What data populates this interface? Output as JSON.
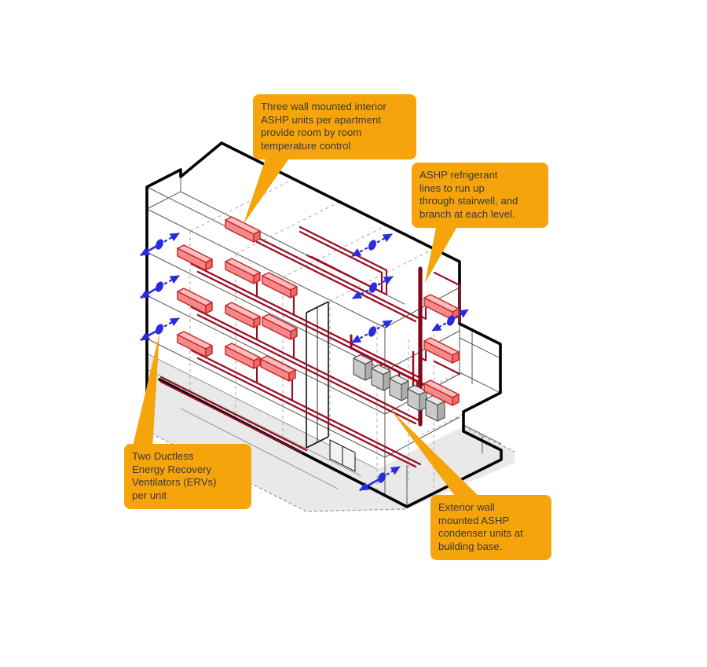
{
  "diagram": {
    "type": "axonometric-building-hvac-diagram",
    "callouts": {
      "interior_units": {
        "text": "Three wall mounted interior\nASHP units per apartment\nprovide room by room\ntemperature control"
      },
      "refrigerant_lines": {
        "text": "ASHP refrigerant\nlines to run up\nthrough stairwell, and\nbranch at each level."
      },
      "ervs": {
        "text": "Two Ductless\nEnergy Recovery\nVentilators (ERVs)\nper unit"
      },
      "condensers": {
        "text": "Exterior wall\nmounted ASHP\ncondenser units at\nbuilding base."
      }
    },
    "colors": {
      "callout_background": "#F6A40B",
      "callout_text": "#3a3a3a",
      "refrigerant_pipe": "#9A0D24",
      "refrigerant_riser": "#7E0A1C",
      "ashp_unit_fill": "#F4898B",
      "ashp_unit_top": "#F9BDBD",
      "ashp_unit_side": "#E86B6D",
      "ashp_unit_stroke": "#CC2222",
      "erv_blue": "#2B2BDE",
      "building_outline": "#000000",
      "ghost_gray": "#E7E7E7",
      "condenser_gray": "#C9C9C9"
    }
  }
}
